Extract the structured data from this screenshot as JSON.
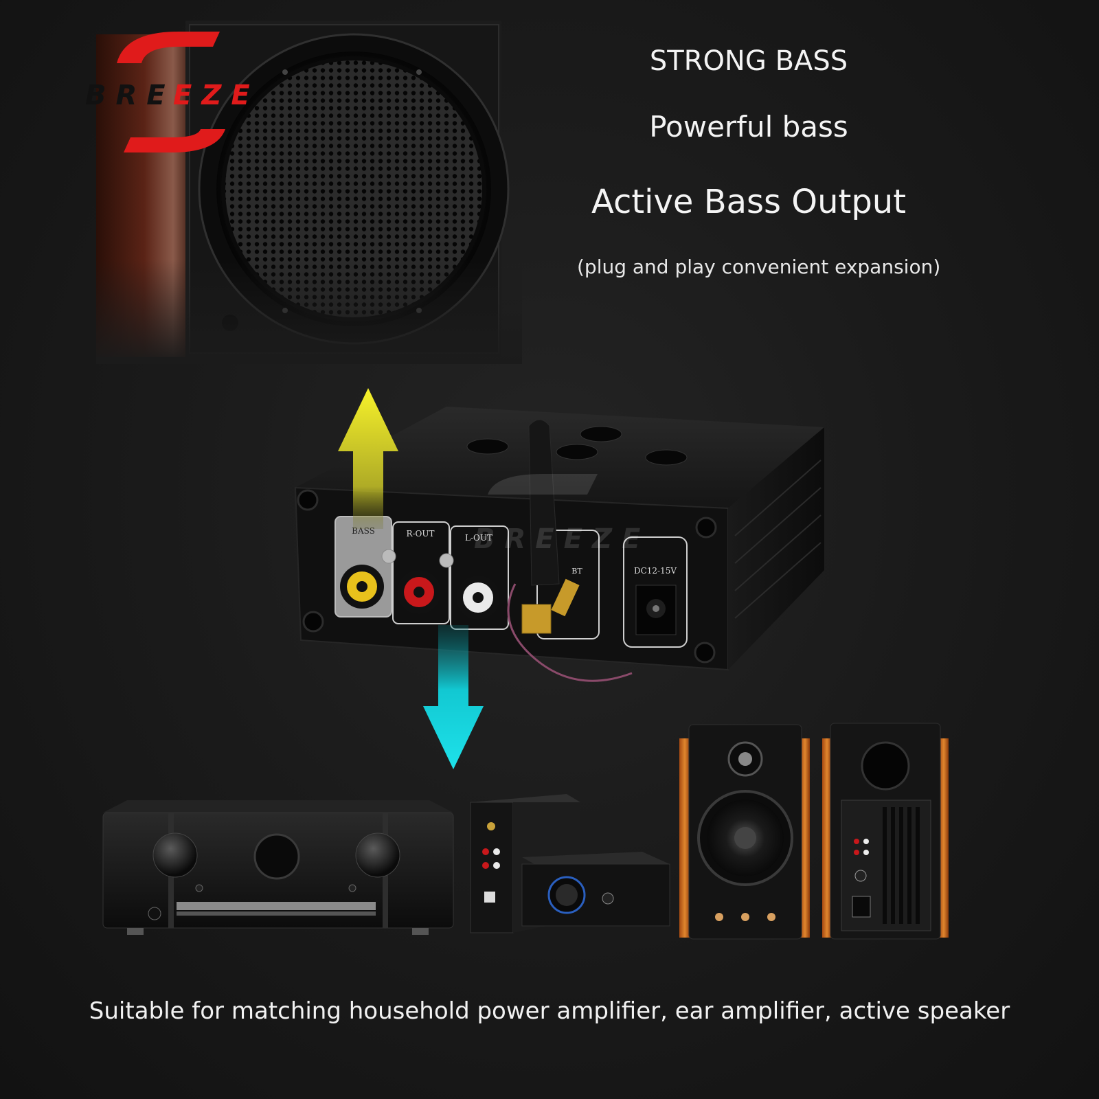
{
  "brand": {
    "logo_text": "BREEZE",
    "watermark_text": "BREEZE",
    "colors": {
      "logo_red": "#e01b1b",
      "logo_dark": "#111111"
    }
  },
  "headlines": {
    "line1": "STRONG BASS",
    "line2": "Powerful bass",
    "line3": "Active Bass Output",
    "line4": "(plug and play convenient expansion)"
  },
  "device": {
    "port_labels": [
      "BASS",
      "R-OUT",
      "L-OUT",
      "BT",
      "DC12-15V"
    ],
    "arrow_up_color": "#f6f22a",
    "arrow_down_color": "#12d7e0"
  },
  "footer": {
    "caption": "Suitable for matching household power amplifier, ear amplifier, active speaker"
  },
  "icons": [
    "subwoofer-image",
    "amplifier-image",
    "ear-amplifier-image",
    "bookshelf-speaker-image"
  ]
}
